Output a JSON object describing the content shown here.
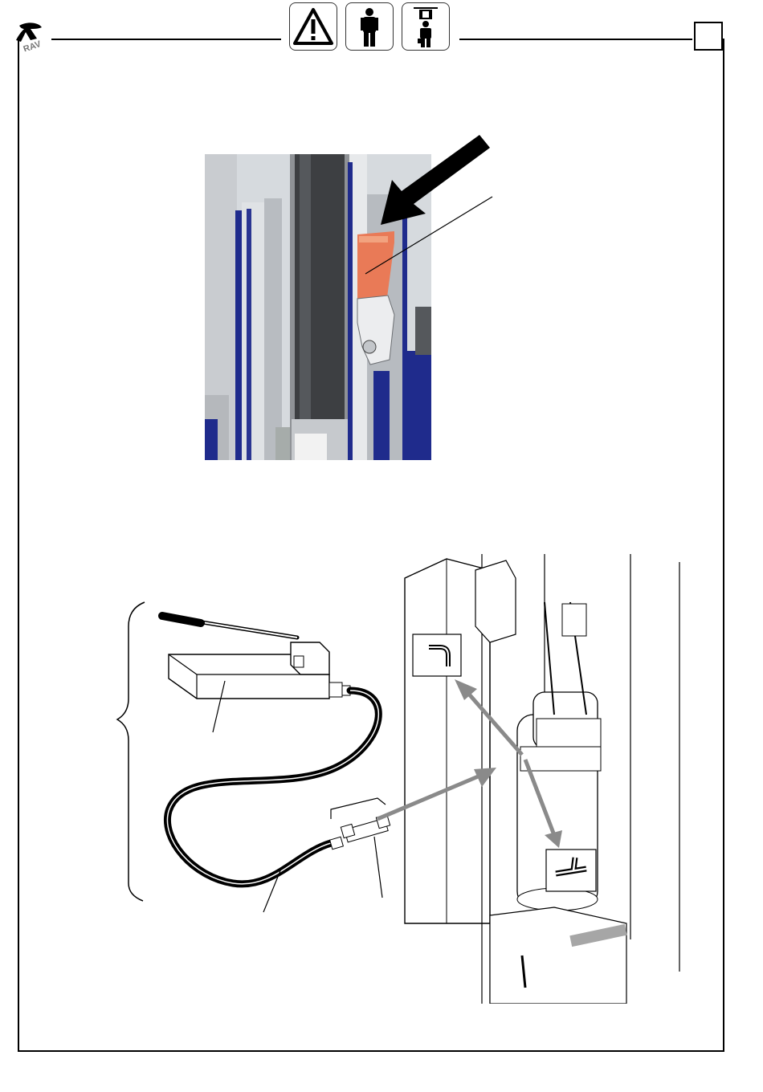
{
  "header": {
    "logo_text": "RAV",
    "icons": [
      "warning-icon",
      "operator-icon",
      "technician-icon"
    ],
    "page_box": ""
  },
  "figures": {
    "top": {
      "name": "column-cross-section",
      "accent": "#e97a57",
      "blue": "#1f2b8c"
    },
    "bottom": {
      "name": "hand-pump-hydraulic-connection",
      "arrow": "#8a8a8a"
    }
  }
}
